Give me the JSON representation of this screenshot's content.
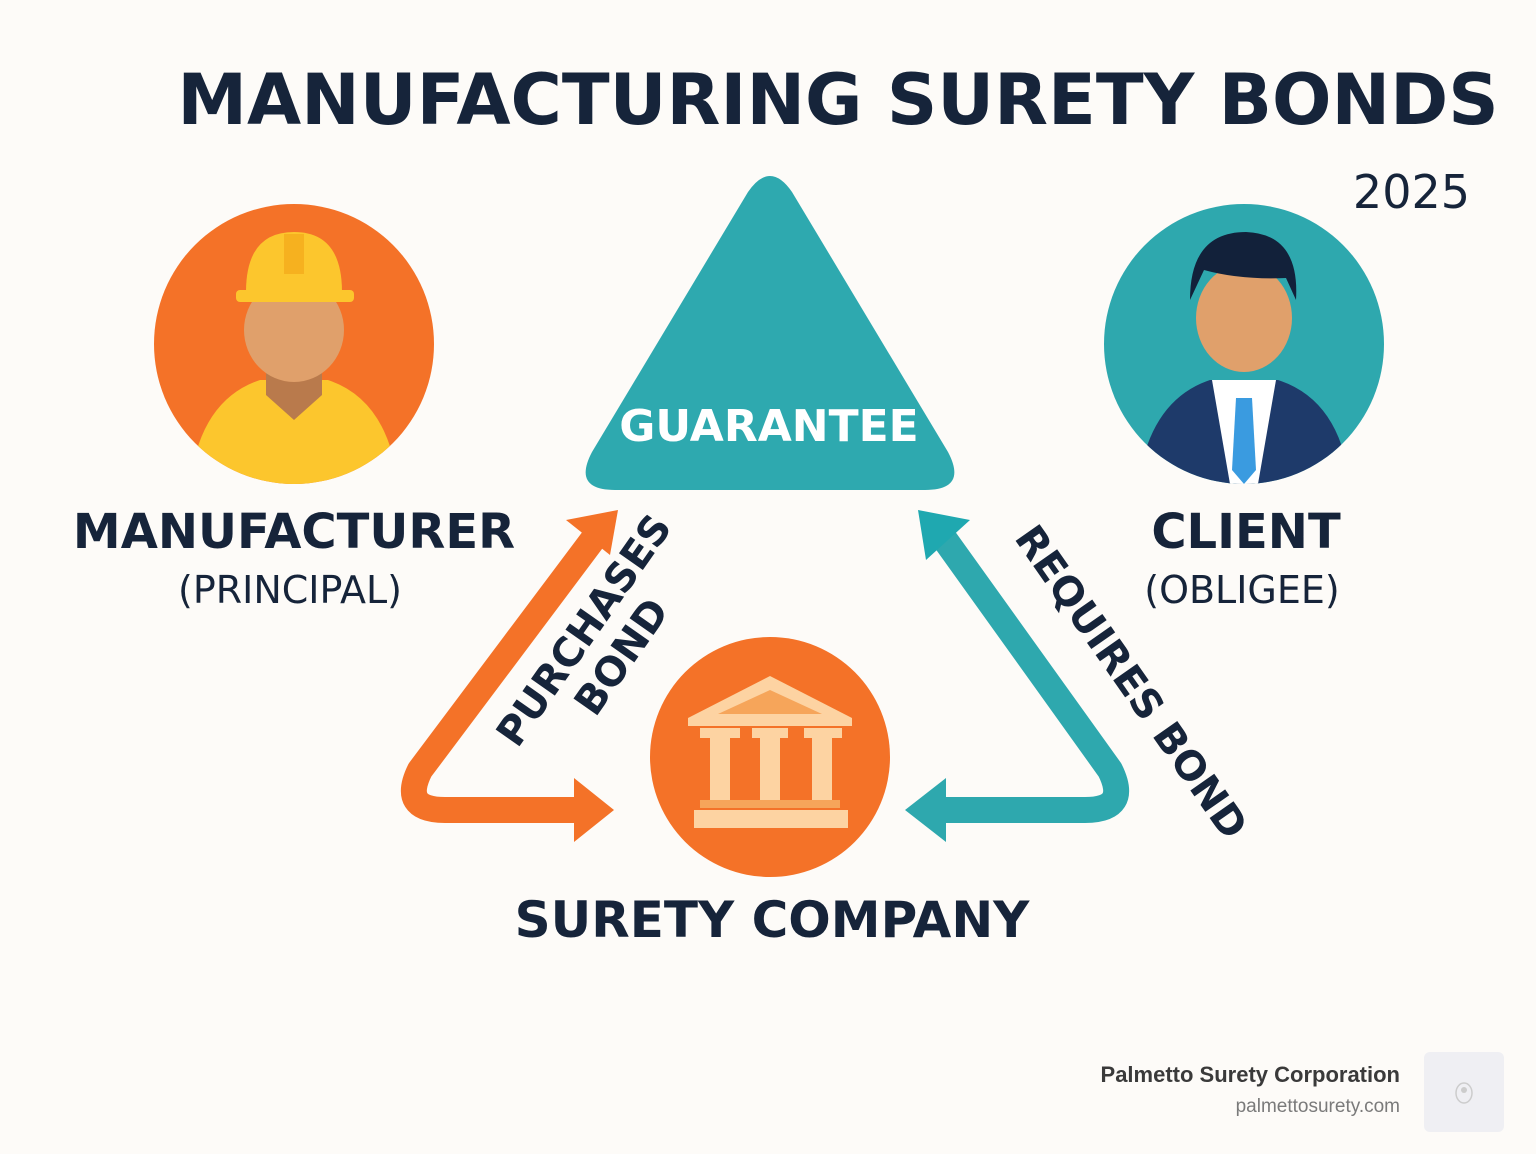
{
  "title": "MANUFACTURING SURETY BONDS",
  "year": "2025",
  "center": {
    "label": "GUARANTEE"
  },
  "principal": {
    "name": "MANUFACTURER",
    "role": "(PRINCIPAL)"
  },
  "obligee": {
    "name": "CLIENT",
    "role": "(OBLIGEE)"
  },
  "surety": {
    "name": "SURETY COMPANY"
  },
  "arrows": {
    "left_line1": "PURCHASES",
    "left_line2": "BOND",
    "right": "REQUIRES BOND"
  },
  "footer": {
    "company": "Palmetto Surety Corporation",
    "website": "palmettosurety.com"
  },
  "colors": {
    "orange": "#f47228",
    "teal": "#2ea8ae",
    "navy": "#16243a"
  }
}
